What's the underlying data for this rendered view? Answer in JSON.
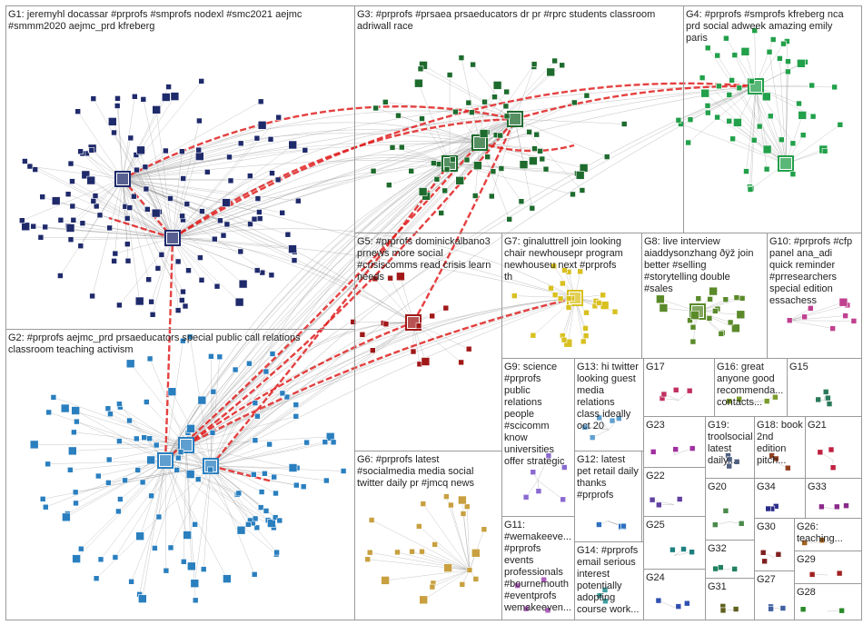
{
  "groups": [
    {
      "id": "G1",
      "lines": [
        "G1: jeremyhl docassar #prprofs #smprofs nodexl #smc2021 aejmc",
        "#smmm2020 aejmc_prd kfreberg"
      ],
      "color": "#1f2a6b"
    },
    {
      "id": "G2",
      "lines": [
        "G2: #prprofs aejmc_prd prsaeducators special public call relations",
        "classroom teaching activism"
      ],
      "color": "#2a7fbf"
    },
    {
      "id": "G3",
      "lines": [
        "G3: #prprofs #prsaea prsaeducators dr pr #rprc students classroom",
        "adriwall race"
      ],
      "color": "#1e6b2e"
    },
    {
      "id": "G4",
      "lines": [
        "G4: #prprofs #smprofs kfreberg nca",
        "prd social adweek amazing emily",
        "paris"
      ],
      "color": "#22a04a"
    },
    {
      "id": "G5",
      "lines": [
        "G5: #prprofs dominickalbano3",
        "prnews more social",
        "#crisiscomms read crisis learn",
        "needs"
      ],
      "color": "#a01818"
    },
    {
      "id": "G6",
      "lines": [
        "G6: #prprofs latest",
        "#socialmedia media social",
        "twitter daily pr #jmcq news"
      ],
      "color": "#c8a040"
    },
    {
      "id": "G7",
      "lines": [
        "G7: ginaluttrell join looking",
        "chair newhousepr program",
        "newhouseu next #prprofs",
        "th"
      ],
      "color": "#d8c020"
    },
    {
      "id": "G8",
      "lines": [
        "G8: live interview",
        "aiaddysonzhang ðÿž join",
        "better #selling",
        "#storytelling double",
        "#sales"
      ],
      "color": "#5a8a2a"
    },
    {
      "id": "G9",
      "lines": [
        "G9: science",
        "#prprofs",
        "public",
        "relations",
        "people",
        "#scicomm",
        "know",
        "universities",
        "offer strategic"
      ],
      "color": "#8a6ad0"
    },
    {
      "id": "G10",
      "lines": [
        "G10: #prprofs #cfp",
        "panel ana_adi",
        "quick reminder",
        "#prresearchers",
        "special edition",
        "essachess"
      ],
      "color": "#c04090"
    },
    {
      "id": "G11",
      "lines": [
        "G11:",
        "#wemakeeve...",
        "#prprofs",
        "events",
        "professionals",
        "#bournemouth",
        "#eventprofs",
        "wemakeeven..."
      ],
      "color": "#b060c0"
    },
    {
      "id": "G12",
      "lines": [
        "G12: latest",
        "pet retail daily",
        "thanks",
        "#prprofs"
      ],
      "color": "#3070c0"
    },
    {
      "id": "G13",
      "lines": [
        "G13: hi twitter",
        "looking guest",
        "media",
        "relations",
        "class ideally",
        "oct 20"
      ],
      "color": "#60a0d0"
    },
    {
      "id": "G14",
      "lines": [
        "G14: #prprofs",
        "email serious",
        "interest",
        "potentially",
        "adopting",
        "course work..."
      ],
      "color": "#40a0a0"
    },
    {
      "id": "G15",
      "lines": [
        "G15"
      ],
      "color": "#2a7a5a"
    },
    {
      "id": "G16",
      "lines": [
        "G16: great",
        "anyone good",
        "recommenda...",
        "contacts..."
      ],
      "color": "#7a9a2a"
    },
    {
      "id": "G17",
      "lines": [
        "G17"
      ],
      "color": "#c03060"
    },
    {
      "id": "G18",
      "lines": [
        "G18: book",
        "2nd",
        "edition",
        "pitch..."
      ],
      "color": "#904020"
    },
    {
      "id": "G19",
      "lines": [
        "G19:",
        "troolsocial",
        "latest",
        "daily..."
      ],
      "color": "#506080"
    },
    {
      "id": "G20",
      "lines": [
        "G20"
      ],
      "color": "#4a8a4a"
    },
    {
      "id": "G21",
      "lines": [
        "G21"
      ],
      "color": "#c02040"
    },
    {
      "id": "G22",
      "lines": [
        "G22"
      ],
      "color": "#6040a0"
    },
    {
      "id": "G23",
      "lines": [
        "G23"
      ],
      "color": "#a030a0"
    },
    {
      "id": "G24",
      "lines": [
        "G24"
      ],
      "color": "#3050b0"
    },
    {
      "id": "G25",
      "lines": [
        "G25"
      ],
      "color": "#208080"
    },
    {
      "id": "G26",
      "lines": [
        "G26:",
        "teaching..."
      ],
      "color": "#a06020"
    },
    {
      "id": "G27",
      "lines": [
        "G27"
      ],
      "color": "#4060a0"
    },
    {
      "id": "G28",
      "lines": [
        "G28"
      ],
      "color": "#2a8a2a"
    },
    {
      "id": "G29",
      "lines": [
        "G29"
      ],
      "color": "#a02020"
    },
    {
      "id": "G30",
      "lines": [
        "G30"
      ],
      "color": "#802020"
    },
    {
      "id": "G31",
      "lines": [
        "G31"
      ],
      "color": "#606020"
    },
    {
      "id": "G32",
      "lines": [
        "G32"
      ],
      "color": "#208060"
    },
    {
      "id": "G33",
      "lines": [
        "G33"
      ],
      "color": "#8a2a8a"
    },
    {
      "id": "G34",
      "lines": [
        "G34"
      ],
      "color": "#2a2a8a"
    }
  ],
  "colors": {
    "edge": "#9a9a9a",
    "edge_strong": "#e02020",
    "border": "#9a9a9a",
    "label": "#222222"
  }
}
